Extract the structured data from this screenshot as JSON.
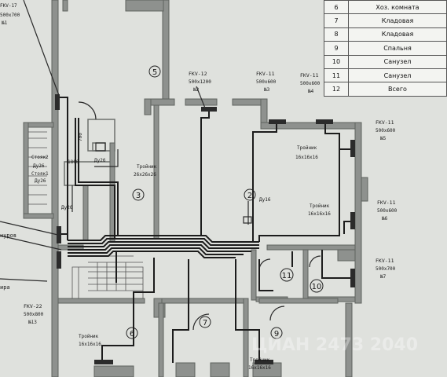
{
  "legend": {
    "rows": [
      {
        "num": "6",
        "name": "Хоз. комната"
      },
      {
        "num": "7",
        "name": "Кладовая"
      },
      {
        "num": "8",
        "name": "Кладовая"
      },
      {
        "num": "9",
        "name": "Спальня"
      },
      {
        "num": "10",
        "name": "Санузел"
      },
      {
        "num": "11",
        "name": "Санузел"
      },
      {
        "num": "12",
        "name": "Всего"
      }
    ]
  },
  "units": [
    {
      "code": "FKV-12",
      "size": "500x1200",
      "no": "№2"
    },
    {
      "code": "FKV-11",
      "size": "500x600",
      "no": "№3"
    },
    {
      "code": "FKV-11",
      "size": "500x600",
      "no": "№4"
    },
    {
      "code": "FKV-11",
      "size": "500x600",
      "no": "№5"
    },
    {
      "code": "FKV-11",
      "size": "500x600",
      "no": "№6"
    },
    {
      "code": "FKV-11",
      "size": "500x700",
      "no": "№7"
    },
    {
      "code": "FKV-22",
      "size": "500x800",
      "no": "№13"
    },
    {
      "code": "FKV-17",
      "size": "500x700",
      "no": "№1"
    }
  ],
  "fittings": {
    "tee": "Тройник",
    "tee_26": "26x26x26",
    "tee_16": "16x16x16",
    "du26": "Ду26",
    "du16": "Ду16",
    "riser1": "Стояк1",
    "riser2": "Стояк2",
    "dim_700": "700",
    "dim_1800": "1800",
    "edge_1": "нуров",
    "edge_2": "ира"
  },
  "rooms": [
    "5",
    "3",
    "2",
    "11",
    "10",
    "6",
    "7",
    "9"
  ],
  "watermark": "ЦИАН 2473 2040",
  "colors": {
    "paper": "#dfe1dd",
    "wall": "#8e918e",
    "line": "#1c1c1c"
  }
}
